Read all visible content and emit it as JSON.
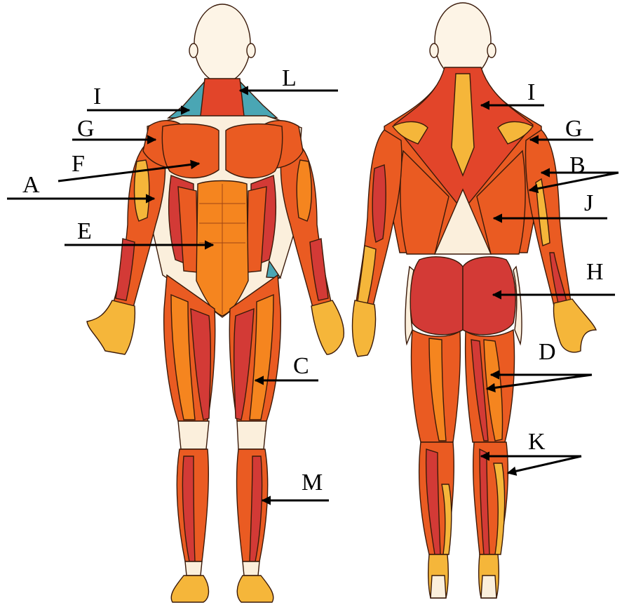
{
  "diagram": {
    "labels": [
      "A",
      "B",
      "C",
      "D",
      "E",
      "F",
      "G",
      "H",
      "I",
      "J",
      "K",
      "L",
      "M"
    ],
    "colors": {
      "muscle_main": "#ea5b22",
      "muscle_dark": "#d8401f",
      "muscle_red": "#d33a36",
      "muscle_orange": "#f5851f",
      "muscle_yellow": "#f5b63a",
      "tendon": "#fbefdc",
      "skin_head": "#fdf4e6",
      "trapezius_front": "#4aa6b4",
      "outline": "#3a1a0a"
    }
  }
}
